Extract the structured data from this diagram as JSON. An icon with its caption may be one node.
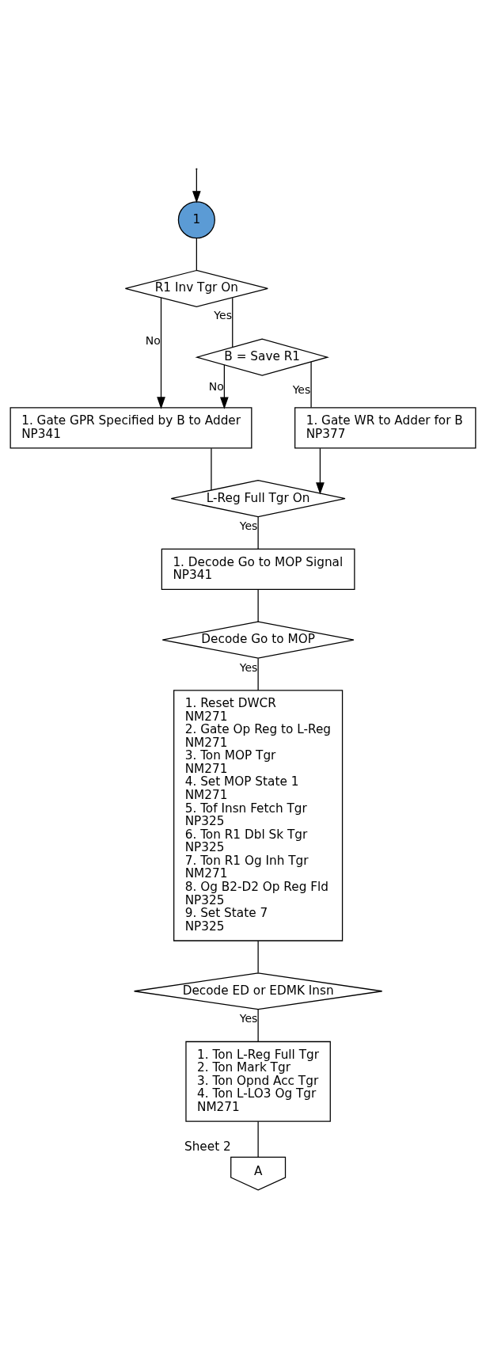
{
  "diagram": {
    "nodes": [
      {
        "text": [
          "1"
        ]
      },
      {
        "text": [
          "R1 Inv Tgr On"
        ]
      },
      {
        "text": [
          "B = Save R1"
        ]
      },
      {
        "text": [
          "1. Gate GPR Specified by B to Adder",
          "NP341"
        ]
      },
      {
        "text": [
          "1. Gate WR to Adder for B",
          "NP377"
        ]
      },
      {
        "text": [
          "L-Reg Full Tgr On"
        ]
      },
      {
        "text": [
          "1. Decode Go to MOP Signal",
          "NP341"
        ]
      },
      {
        "text": [
          "Decode Go to MOP"
        ]
      },
      {
        "text": [
          "1. Reset DWCR",
          "NM271",
          "2. Gate Op Reg to L-Reg",
          "NM271",
          "3. Ton MOP Tgr",
          "NM271",
          "4. Set MOP State 1",
          "NM271",
          "5. Tof Insn Fetch Tgr",
          "NP325",
          "6. Ton R1 Dbl Sk Tgr",
          "NP325",
          "7. Ton R1 Og Inh Tgr",
          "NM271",
          "8. Og B2-D2 Op Reg Fld",
          "NP325",
          "9. Set State 7",
          "NP325"
        ]
      },
      {
        "text": [
          "Decode ED or EDMK Insn"
        ]
      },
      {
        "text": [
          "1. Ton L-Reg Full Tgr",
          "2. Ton Mark Tgr",
          "3. Ton Opnd Acc Tgr",
          "4. Ton L-LO3 Og Tgr",
          "NM271"
        ]
      },
      {
        "text": [
          "A"
        ],
        "beside": [
          "Sheet 2"
        ]
      }
    ],
    "edges": [
      {
        "from": null,
        "to": 0,
        "arrow": "to"
      },
      {
        "from": 0,
        "to": 1,
        "arrow": "none"
      },
      {
        "from": 1,
        "to": 3,
        "arrow": "to",
        "label": "No"
      },
      {
        "from": 1,
        "to": 2,
        "arrow": "none",
        "label": "Yes"
      },
      {
        "from": 2,
        "to": 3,
        "arrow": "to",
        "label": "No"
      },
      {
        "from": 2,
        "to": 4,
        "arrow": "none",
        "label": "Yes"
      },
      {
        "from": 3,
        "to": 5,
        "arrow": "none"
      },
      {
        "from": 4,
        "to": 5,
        "arrow": "to"
      },
      {
        "from": 5,
        "to": 6,
        "arrow": "none",
        "label": "Yes"
      },
      {
        "from": 6,
        "to": 7,
        "arrow": "none"
      },
      {
        "from": 7,
        "to": 8,
        "arrow": "none",
        "label": "Yes"
      },
      {
        "from": 8,
        "to": 9,
        "arrow": "none"
      },
      {
        "from": 9,
        "to": 10,
        "arrow": "none",
        "label": "Yes"
      },
      {
        "from": 10,
        "to": 11,
        "arrow": "none"
      }
    ]
  }
}
